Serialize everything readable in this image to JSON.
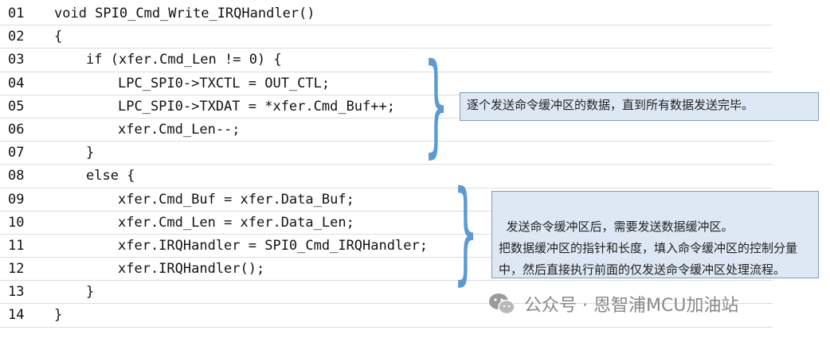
{
  "code": [
    {
      "ln": "01",
      "text": "void SPI0_Cmd_Write_IRQHandler()",
      "indent": 0
    },
    {
      "ln": "02",
      "text": "{",
      "indent": 0
    },
    {
      "ln": "03",
      "text": "if (xfer.Cmd_Len != 0) {",
      "indent": 1
    },
    {
      "ln": "04",
      "text": "LPC_SPI0->TXCTL = OUT_CTL;",
      "indent": 2
    },
    {
      "ln": "05",
      "text": "LPC_SPI0->TXDAT = *xfer.Cmd_Buf++;",
      "indent": 2
    },
    {
      "ln": "06",
      "text": "xfer.Cmd_Len--;",
      "indent": 2
    },
    {
      "ln": "07",
      "text": "}",
      "indent": 1
    },
    {
      "ln": "08",
      "text": "else {",
      "indent": 1
    },
    {
      "ln": "09",
      "text": "xfer.Cmd_Buf = xfer.Data_Buf;",
      "indent": 2
    },
    {
      "ln": "10",
      "text": "xfer.Cmd_Len = xfer.Data_Len;",
      "indent": 2
    },
    {
      "ln": "11",
      "text": "xfer.IRQHandler = SPI0_Cmd_IRQHandler;",
      "indent": 2
    },
    {
      "ln": "12",
      "text": "xfer.IRQHandler();",
      "indent": 2
    },
    {
      "ln": "13",
      "text": "}",
      "indent": 1
    },
    {
      "ln": "14",
      "text": "}",
      "indent": 0
    }
  ],
  "notes": {
    "first": "逐个发送命令缓冲区的数据，直到所有数据发送完毕。",
    "second": "发送命令缓冲区后，需要发送数据缓冲区。\n把数据缓冲区的指针和长度，填入命令缓冲区的控制分量中，然后直接执行前面的仅发送命令缓冲区处理流程。"
  },
  "watermark": {
    "text": "公众号 · 恩智浦MCU加油站",
    "icon": "wechat-icon"
  }
}
